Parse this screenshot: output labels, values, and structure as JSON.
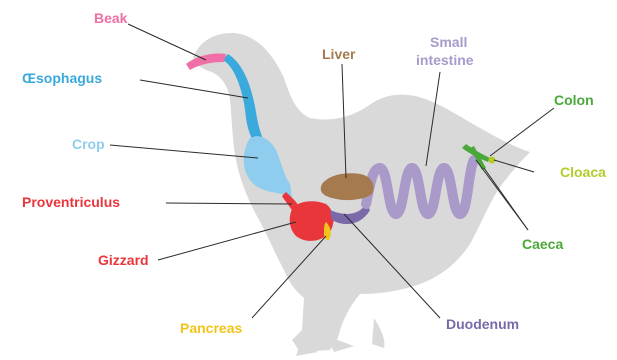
{
  "labels": {
    "beak": "Beak",
    "oesophagus": "Œsophagus",
    "crop": "Crop",
    "proventriculus": "Proventriculus",
    "gizzard": "Gizzard",
    "pancreas": "Pancreas",
    "liver": "Liver",
    "small_intestine_line1": "Small",
    "small_intestine_line2": "intestine",
    "duodenum": "Duodenum",
    "colon": "Colon",
    "cloaca": "Cloaca",
    "caeca": "Caeca"
  },
  "colors": {
    "silhouette": "#d9d9d9",
    "beak": "#f06fa6",
    "oesophagus": "#3aa9dc",
    "crop": "#8fcdee",
    "proventriculus": "#e8363b",
    "gizzard": "#e8363b",
    "pancreas": "#f2c419",
    "liver": "#a57a4e",
    "small_intestine": "#a99ac9",
    "duodenum": "#7a6aaa",
    "colon": "#4aa83a",
    "cloaca": "#b3cc2a",
    "caeca": "#4aa83a",
    "leader_line": "#2b2b2b"
  }
}
